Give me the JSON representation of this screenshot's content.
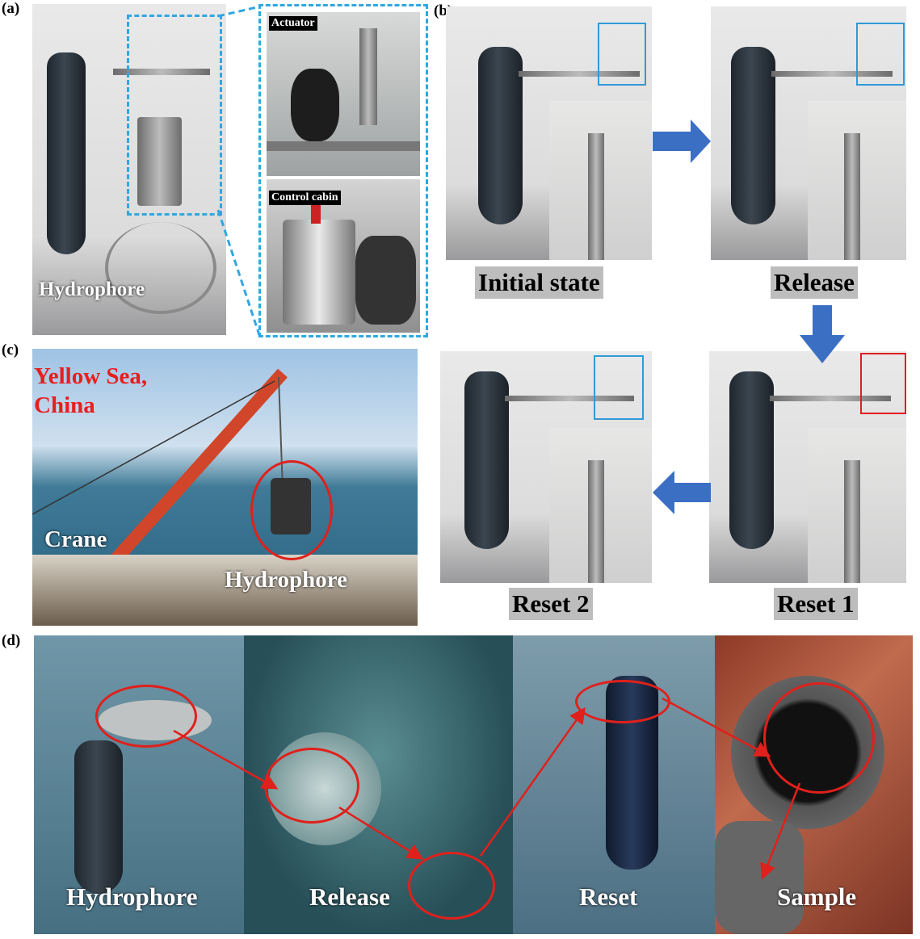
{
  "panels": {
    "a": {
      "label": "(a)",
      "photo_caption": "Hydrophore",
      "inset_top": "Actuator",
      "inset_bottom": "Control cabin"
    },
    "b": {
      "label": "(b)",
      "states": [
        "Initial state",
        "Release",
        "Reset 1",
        "Reset 2"
      ]
    },
    "c": {
      "label": "(c)",
      "location_line1": "Yellow Sea,",
      "location_line2": "China",
      "crane": "Crane",
      "hydrophore": "Hydrophore"
    },
    "d": {
      "label": "(d)",
      "steps": [
        "Hydrophore",
        "Release",
        "Reset",
        "Sample"
      ]
    }
  },
  "colors": {
    "highlight_blue": "#2f9ad8",
    "highlight_red": "#e0201b",
    "arrow_blue": "#3b6fc4"
  }
}
